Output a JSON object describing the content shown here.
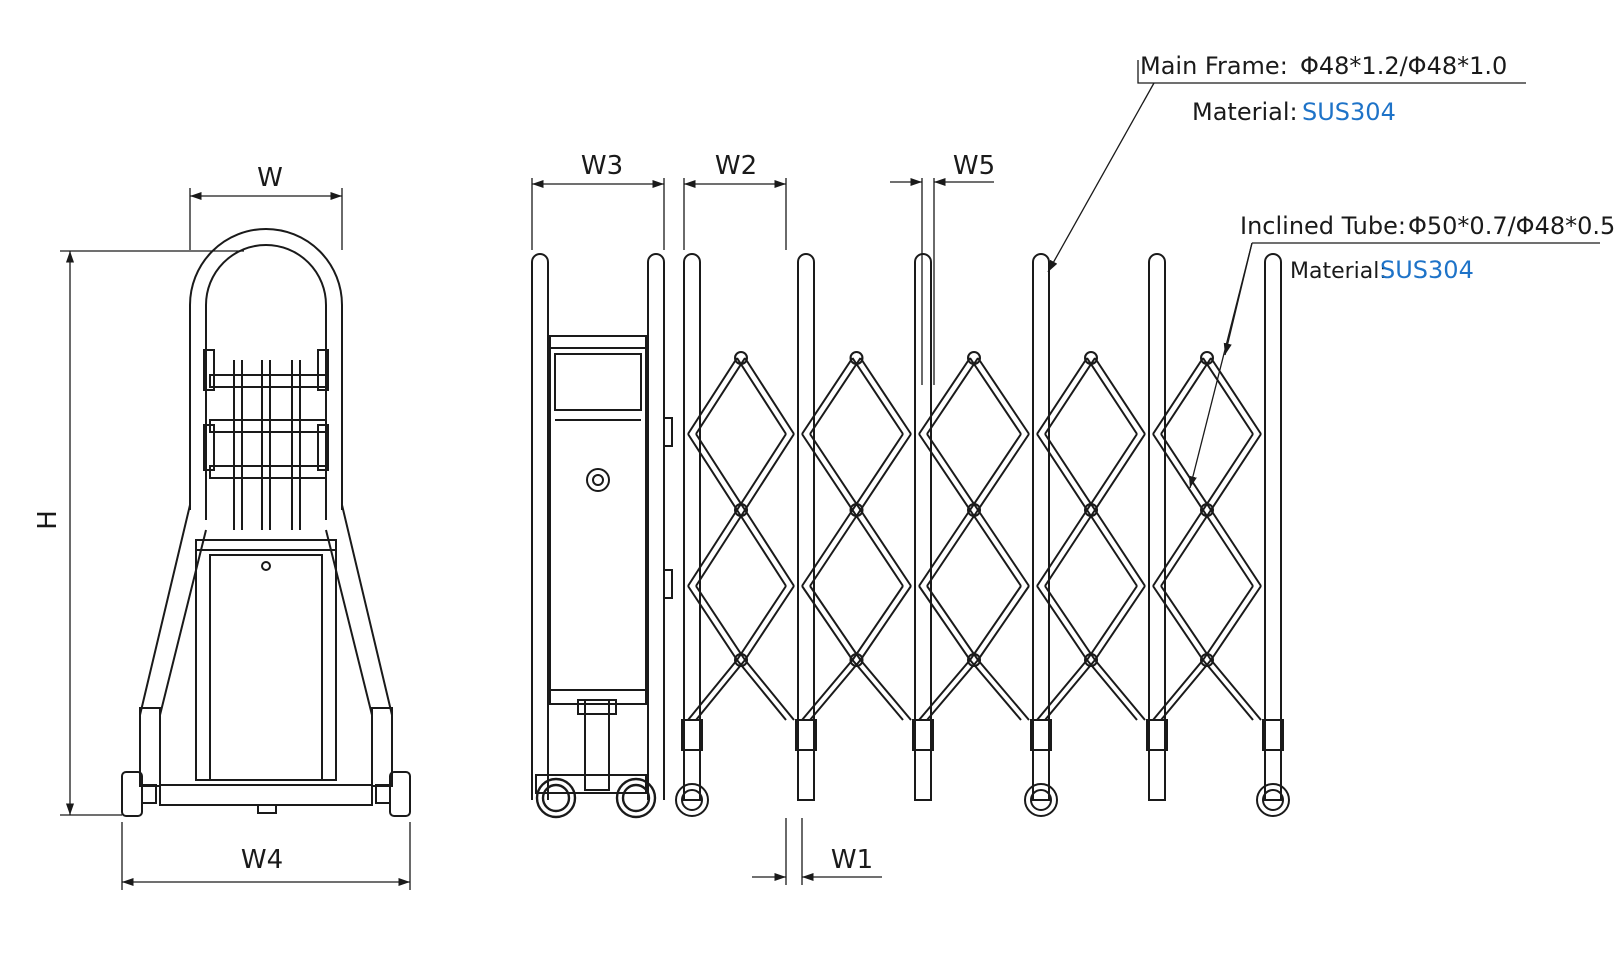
{
  "dimensions": {
    "W": "W",
    "H": "H",
    "W1": "W1",
    "W2": "W2",
    "W3": "W3",
    "W4": "W4",
    "W5": "W5"
  },
  "callouts": {
    "main_frame": {
      "label": "Main Frame:",
      "spec": "Φ48*1.2/Φ48*1.0",
      "material_label": "Material:",
      "material_value": "SUS304"
    },
    "inclined_tube": {
      "label": "Inclined Tube:",
      "spec": "Φ50*0.7/Φ48*0.5",
      "material_label": "Material:",
      "material_value": "SUS304"
    }
  },
  "colors": {
    "line": "#1a1a1a",
    "material_accent": "#1e73c8",
    "background": "#ffffff"
  }
}
